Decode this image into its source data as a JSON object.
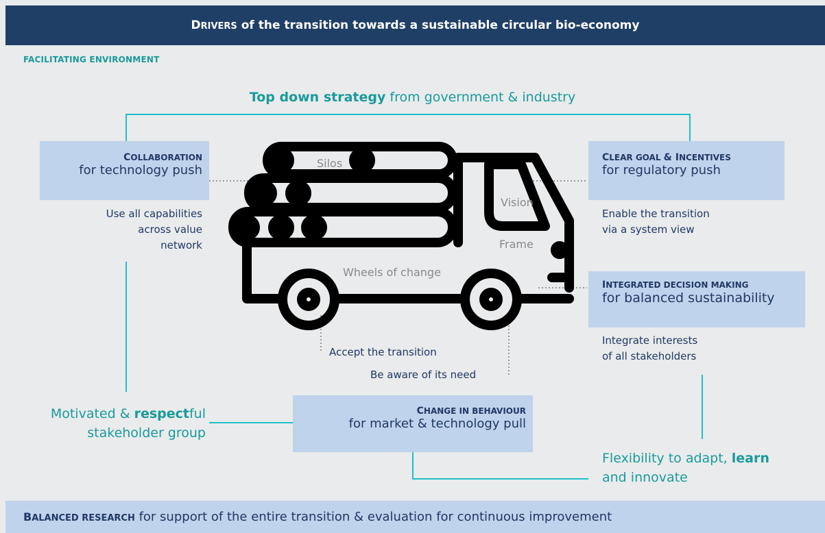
{
  "header": {
    "title_first_letter": "D",
    "title_smallcaps": "RIVERS",
    "title_rest": " of the transition towards a sustainable circular bio-economy"
  },
  "section_label": "FACILITATING ENVIRONMENT",
  "top_down": {
    "bold": "Top down strategy",
    "rest": " from government & industry"
  },
  "collaboration": {
    "title_cap": "C",
    "title_rest": "OLLABORATION",
    "subtitle": "for technology push",
    "note": [
      "Use all capabilities",
      "across value",
      "network"
    ]
  },
  "clear_goal": {
    "title_cap": "C",
    "title_rest": "LEAR GOAL ",
    "title_amp": "&",
    "title_cap2": " I",
    "title_rest2": "NCENTIVES",
    "subtitle": "for regulatory push",
    "note": [
      "Enable the transition",
      "via a system view"
    ]
  },
  "integrated": {
    "title_cap": "I",
    "title_rest": "NTEGRATED DECISION MAKING",
    "subtitle": "for balanced sustainability",
    "note": [
      "Integrate interests",
      "of all stakeholders"
    ]
  },
  "behaviour": {
    "title_cap": "C",
    "title_rest": "HANGE IN BEHAVIOUR",
    "subtitle": "for market & technology pull"
  },
  "motivated": {
    "part1": "Motivated & ",
    "bold": "respect",
    "part2": "ful",
    "line2": "stakeholder group"
  },
  "flexibility": {
    "line1a": "Flexibility to adapt, ",
    "bold": "learn",
    "line2": "and innovate"
  },
  "truck_labels": {
    "silos": "Silos",
    "vision": "Vision",
    "frame": "Frame",
    "wheels": "Wheels of change"
  },
  "wheel_notes": {
    "accept": "Accept the transition",
    "aware": "Be aware of its need"
  },
  "footer": {
    "bold_cap": "B",
    "bold_rest": "ALANCED RESEARCH",
    "rest": " for support of the entire transition & evaluation for continuous improvement"
  },
  "colors": {
    "navy": "#1f3f66",
    "teal": "#1a9a9a",
    "box": "#bfd3ec",
    "text": "#203864",
    "background": "#e9ebec"
  },
  "icons": [
    "truck-icon"
  ]
}
